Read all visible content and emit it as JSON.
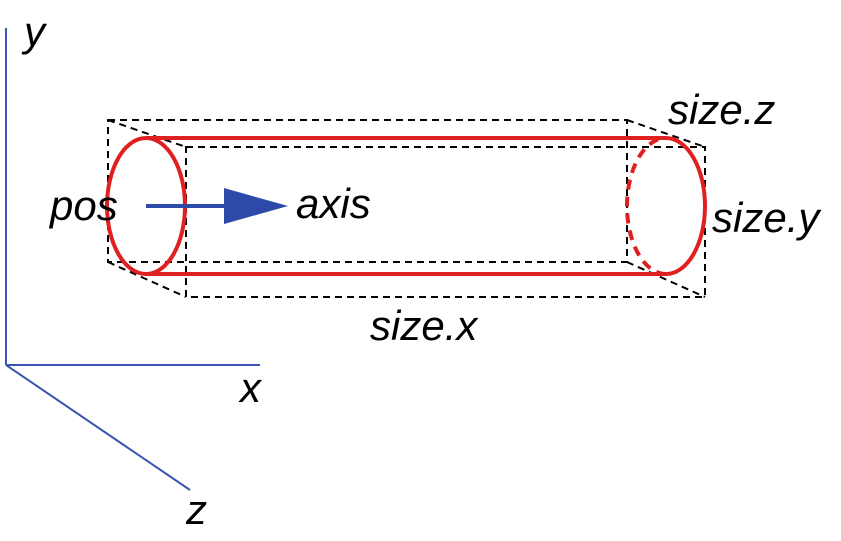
{
  "axes": {
    "y_label": "y",
    "x_label": "x",
    "z_label": "z"
  },
  "labels": {
    "pos": "pos",
    "axis": "axis",
    "size_x": "size.x",
    "size_y": "size.y",
    "size_z": "size.z"
  },
  "colors": {
    "axis_lines": "#3a55b0",
    "arrow": "#2e4aa8",
    "cylinder": "#e02020",
    "bounding_box": "#000000"
  }
}
